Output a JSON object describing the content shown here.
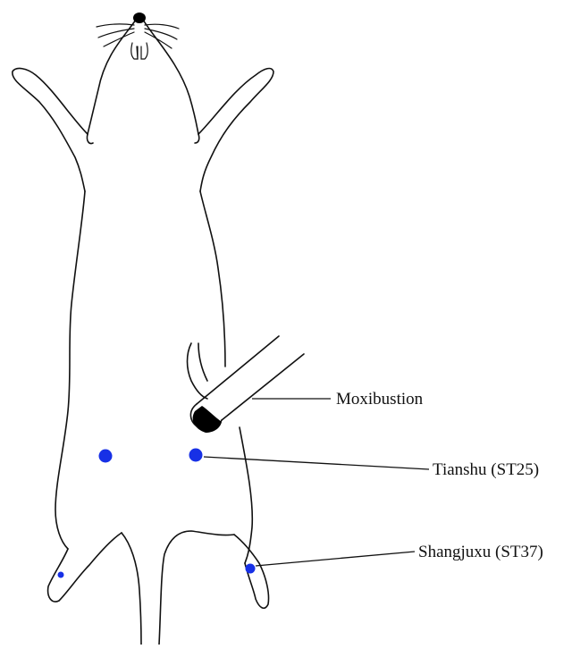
{
  "labels": {
    "moxibustion": "Moxibustion",
    "tianshu": "Tianshu (ST25)",
    "shangjuxu": "Shangjuxu (ST37)"
  },
  "colors": {
    "acupoint": "#1730e6",
    "outline": "#111111",
    "moxa_tip": "#000000"
  }
}
